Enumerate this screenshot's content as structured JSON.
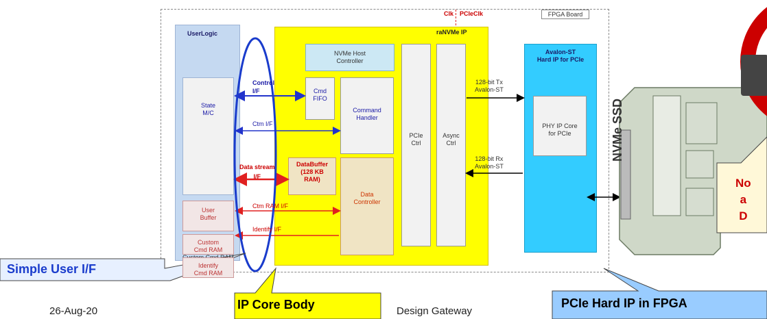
{
  "fpga_board": {
    "label": "FPGA Board",
    "clk_label": "Clk",
    "pcieclk_label": "PCIeClk"
  },
  "user_logic": {
    "title": "UserLogic",
    "state_mc": "State\nM/C",
    "user_buffer": "User\nBuffer",
    "custom_cmd_ram": "Custom\nCmd RAM",
    "identify_cmd_ram": "Identify\nCmd RAM"
  },
  "ranvme_ip": {
    "title": "raNVMe IP",
    "nvme_host_controller": "NVMe Host\nController",
    "cmd_fifo": "Cmd\nFIFO",
    "command_handler": "Command\nHandler",
    "databuffer": "DataBuffer\n(128 KB\nRAM)",
    "data_controller": "Data\nController",
    "pcie_ctrl": "PCIe\nCtrl",
    "async_ctrl": "Async\nCtrl"
  },
  "interfaces": {
    "control_if": "Control\nI/F",
    "ctm_if": "Ctm I/F",
    "data_stream_if": "Data stream\nI/F",
    "ctm_ram_if": "Ctm RAM I/F",
    "identify_if": "Identify I/F",
    "tx": "128-bit Tx\nAvalon-ST",
    "rx": "128-bit Rx\nAvalon-ST"
  },
  "avalon": {
    "title": "Avalon-ST\nHard IP for PCIe",
    "phy": "PHY IP Core\nfor PCIe"
  },
  "ssd_label": "NVMe SSD",
  "callouts": {
    "simple_user_if": "Simple User I/F",
    "ip_core_body": "IP Core Body",
    "pcie_hard_ip": "PCIe Hard IP in FPGA",
    "right_note": "No\na\nD"
  },
  "footer": {
    "date": "26-Aug-20",
    "company": "Design Gateway"
  },
  "colors": {
    "user_logic_fill": "#c5d9f1",
    "ip_yellow": "#ffff00",
    "avalon_cyan": "#33ccff",
    "callout_blue": "#99ccff",
    "callout_yellow": "#ffff00",
    "arrow_blue": "#2233cc",
    "arrow_red": "#e02020",
    "prohibit_red": "#cc0000"
  }
}
